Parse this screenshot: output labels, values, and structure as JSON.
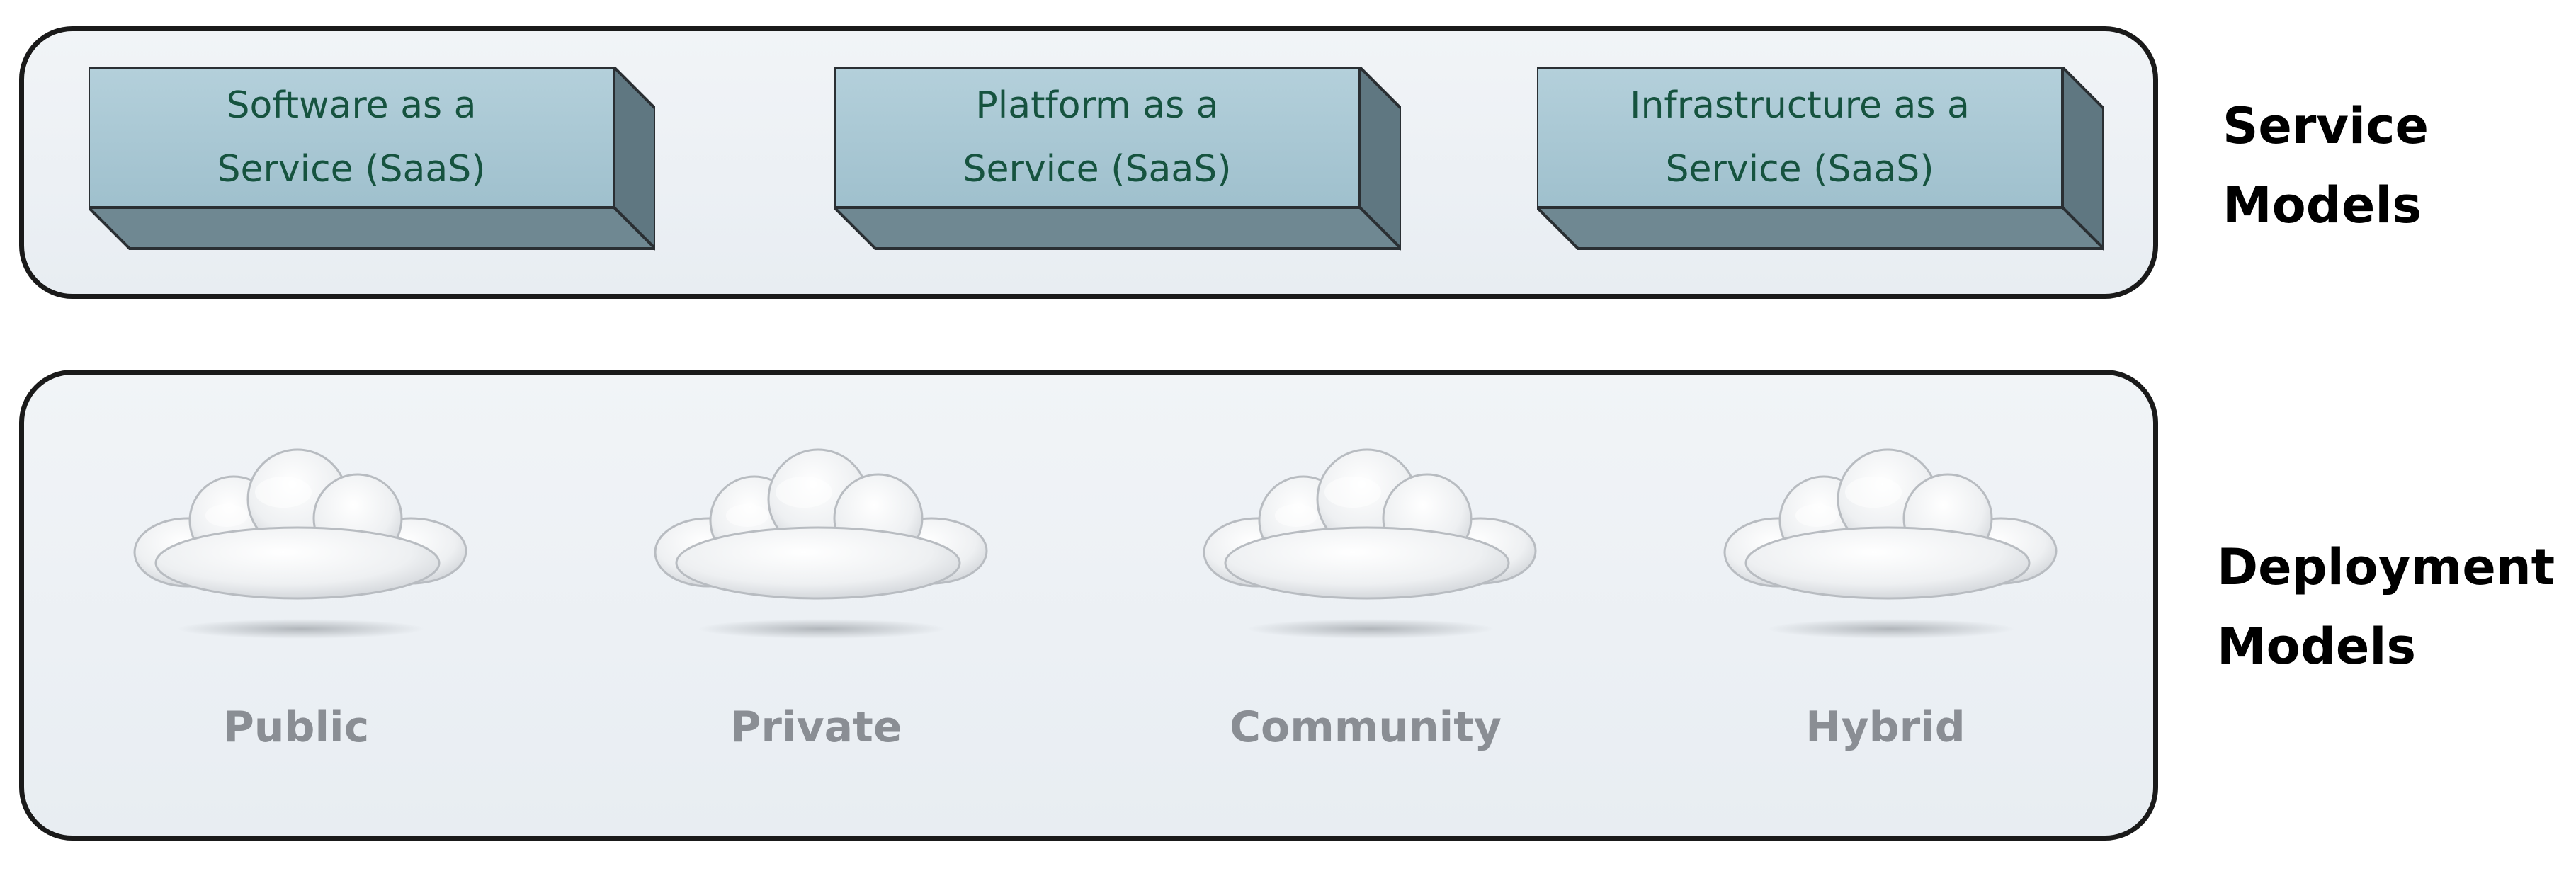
{
  "service_models": {
    "boxes": [
      {
        "label": "Software as a\nService (SaaS)"
      },
      {
        "label": "Platform as a\nService (SaaS)"
      },
      {
        "label": "Infrastructure as a\nService (SaaS)"
      }
    ],
    "side_label": "Service\nModels"
  },
  "deployment_models": {
    "clouds": [
      {
        "label": "Public",
        "icon": "cloud-icon"
      },
      {
        "label": "Private",
        "icon": "cloud-icon"
      },
      {
        "label": "Community",
        "icon": "cloud-icon"
      },
      {
        "label": "Hybrid",
        "icon": "cloud-icon"
      }
    ],
    "side_label": "Deployment\nModels"
  },
  "colors": {
    "box_front": "#a9c8d4",
    "box_text": "#16533f",
    "cloud_label": "#8a8e94",
    "panel_border": "#1a1a1a"
  }
}
